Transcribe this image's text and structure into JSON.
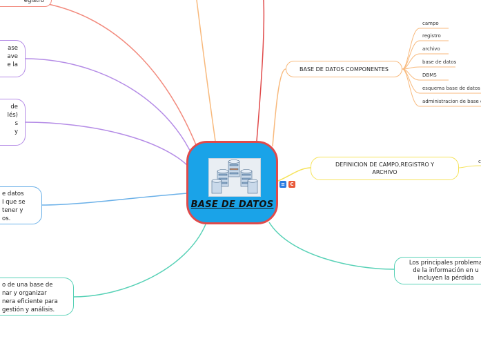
{
  "central": {
    "title": "BASE DE DATOS",
    "image_icon": "database-cylinders-icon"
  },
  "badges": {
    "notes_icon": "notes-lines-icon",
    "c_label": "C"
  },
  "left_nodes": [
    {
      "lines": [
        "egistro"
      ]
    },
    {
      "lines": [
        "ase",
        "ave",
        "e la"
      ]
    },
    {
      "lines": [
        "de",
        "lés)",
        "s",
        "y"
      ]
    },
    {
      "lines": [
        "e datos",
        "I que se",
        "tener y",
        "os."
      ]
    },
    {
      "lines": [
        "o de una base de",
        "nar y organizar",
        "nera eficiente para",
        "gestión y análisis."
      ]
    }
  ],
  "right_nodes": {
    "componentes": "BASE DE DATOS COMPONENTES",
    "definicion": [
      "DEFINICION DE CAMPO,REGISTRO Y",
      "ARCHIVO"
    ],
    "definicion_child": "c",
    "problemas": [
      "Los principales problema",
      "de la información en u",
      "incluyen la pérdida"
    ]
  },
  "componentes_children": [
    "campo",
    "registro",
    "archivo",
    "base de datos",
    "DBMS",
    "esquema base de datos",
    "administracion de base d"
  ],
  "colors": {
    "central_fill": "#1aa3e8",
    "central_border": "#e04a4a",
    "red_branch": "#f28a7d",
    "purple_branch": "#b48be6",
    "blue_branch": "#6ab0e8",
    "yellow_branch": "#f6e35a",
    "orange_branch": "#f8b97c",
    "teal_branch": "#57d1b6",
    "badge_blue": "#2a7de1",
    "badge_red": "#e85a3a"
  }
}
